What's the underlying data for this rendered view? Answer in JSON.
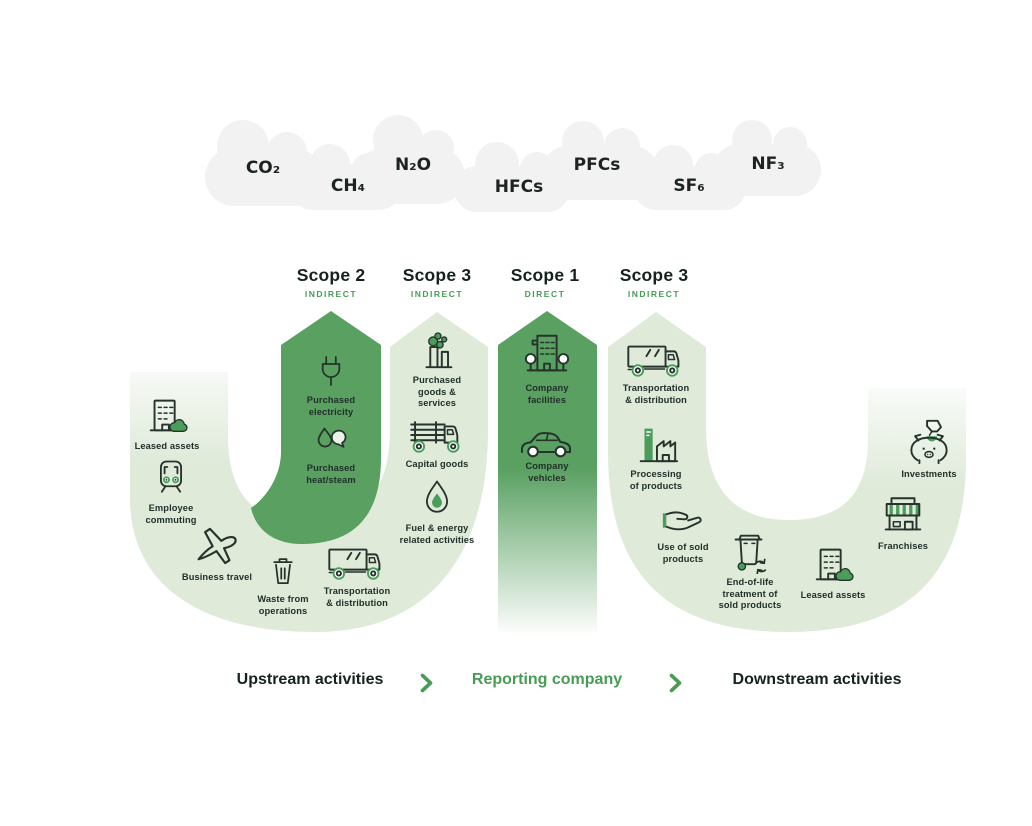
{
  "title": "Greenhouse gas emissions scopes diagram",
  "clouds": [
    "CO₂",
    "CH₄",
    "N₂O",
    "HFCs",
    "PFCs",
    "SF₆",
    "NF₃"
  ],
  "scopes": [
    {
      "title": "Scope 2",
      "type": "INDIRECT"
    },
    {
      "title": "Scope 3",
      "type": "INDIRECT"
    },
    {
      "title": "Scope 1",
      "type": "DIRECT"
    },
    {
      "title": "Scope 3",
      "type": "INDIRECT"
    }
  ],
  "activities": {
    "leased_assets_upstream": {
      "label": "Leased assets",
      "icon": "building-cloud-icon"
    },
    "employee_commuting": {
      "label": "Employee\ncommuting",
      "icon": "tram-icon"
    },
    "business_travel": {
      "label": "Business travel",
      "icon": "airplane-icon"
    },
    "waste_from_operations": {
      "label": "Waste from\noperations",
      "icon": "trash-bin-icon"
    },
    "transportation_distribution_upstream": {
      "label": "Transportation\n& distribution",
      "icon": "box-truck-icon"
    },
    "purchased_electricity": {
      "label": "Purchased\nelectricity",
      "icon": "electric-plug-icon"
    },
    "purchased_heat_steam": {
      "label": "Purchased\nheat/steam",
      "icon": "droplet-steam-icon"
    },
    "purchased_goods_services": {
      "label": "Purchased\ngoods &\nservices",
      "icon": "factory-emissions-icon"
    },
    "capital_goods": {
      "label": "Capital goods",
      "icon": "log-truck-icon"
    },
    "fuel_energy_related_activities": {
      "label": "Fuel & energy\nrelated activities",
      "icon": "droplet-flame-icon"
    },
    "company_facilities": {
      "label": "Company\nfacilities",
      "icon": "office-building-trees-icon"
    },
    "company_vehicles": {
      "label": "Company\nvehicles",
      "icon": "car-icon"
    },
    "transportation_distribution_downstream": {
      "label": "Transportation\n& distribution",
      "icon": "box-truck-icon"
    },
    "processing_of_products": {
      "label": "Processing\nof products",
      "icon": "factory-chimney-icon"
    },
    "use_of_sold_products": {
      "label": "Use of sold\nproducts",
      "icon": "hand-product-icon"
    },
    "end_of_life_treatment": {
      "label": "End-of-life\ntreatment of\nsold products",
      "icon": "bin-recycle-icon"
    },
    "leased_assets_downstream": {
      "label": "Leased assets",
      "icon": "building-cloud-icon"
    },
    "franchises": {
      "label": "Franchises",
      "icon": "storefront-icon"
    },
    "investments": {
      "label": "Investments",
      "icon": "piggy-bank-icon"
    }
  },
  "sections": {
    "upstream": "Upstream activities",
    "company": "Reporting company",
    "downstream": "Downstream activities"
  },
  "colors": {
    "scope_green": "#59a061",
    "band_green": "#dfead9",
    "accent_green": "#489c56",
    "icon_green": "#4a9d5a",
    "cloud_gray": "#f1f2f1",
    "text_dark": "#1d2b23"
  }
}
